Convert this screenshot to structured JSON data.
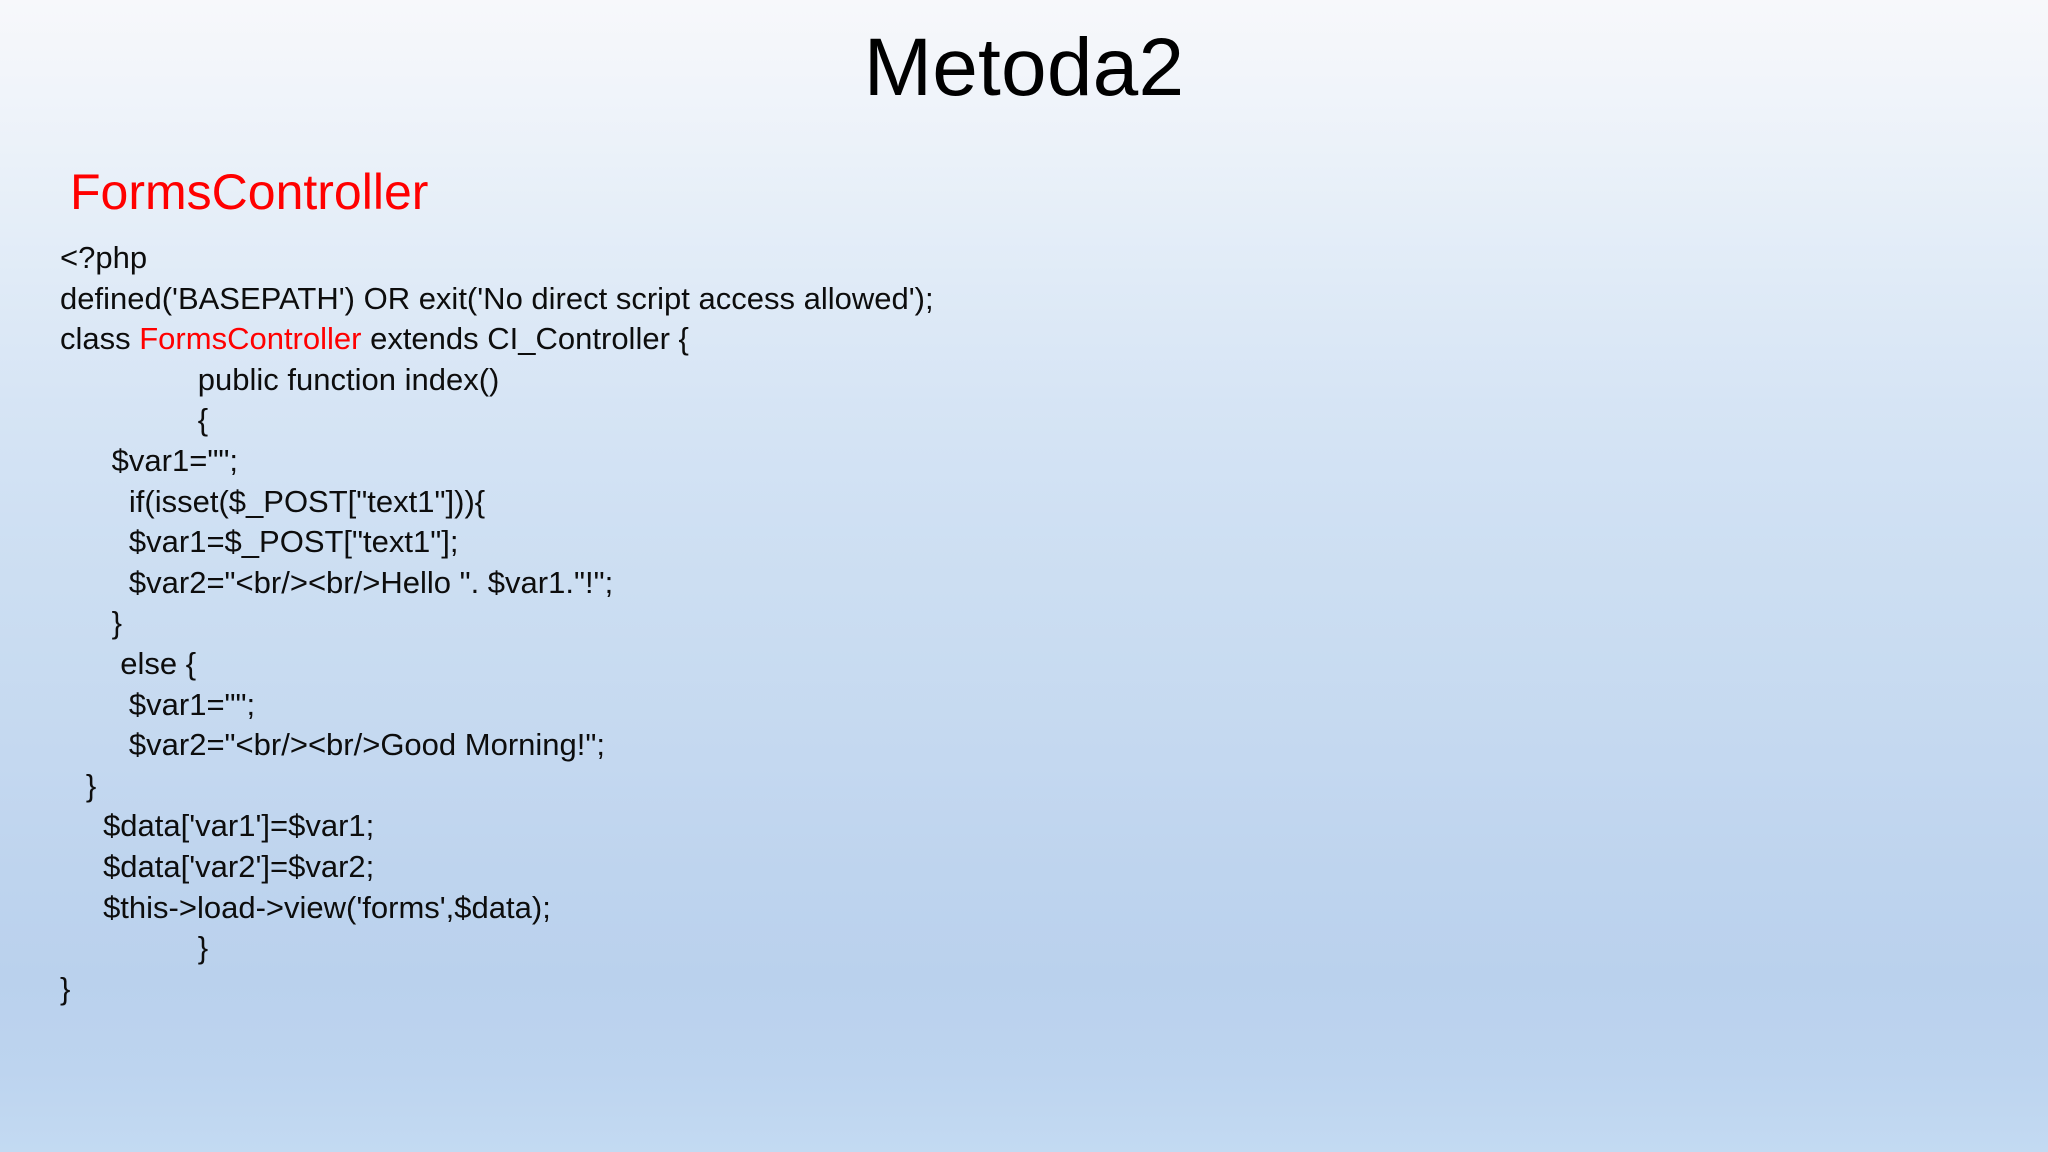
{
  "slide": {
    "title": "Metoda2",
    "code_heading": "FormsController",
    "heading_color": "#FF0000",
    "text_color": "#0D0D0D",
    "background_top_color": "#F7F8FB",
    "background_bottom_color": "#C3DAF2",
    "language": "php"
  },
  "code": {
    "lines": [
      {
        "indent": "",
        "text": "<?php"
      },
      {
        "indent": "",
        "text": "defined('BASEPATH') OR exit('No direct script access allowed');"
      },
      {
        "indent": "",
        "pre": "class ",
        "highlight": "FormsController",
        "post": " extends CI_Controller {"
      },
      {
        "indent": "                ",
        "text": "public function index()"
      },
      {
        "indent": "                ",
        "text": "{"
      },
      {
        "indent": "      ",
        "text": "$var1=\"\";"
      },
      {
        "indent": "        ",
        "text": "if(isset($_POST[\"text1\"])){"
      },
      {
        "indent": "        ",
        "text": "$var1=$_POST[\"text1\"];"
      },
      {
        "indent": "        ",
        "text": "$var2=\"<br/><br/>Hello \". $var1.\"!\";"
      },
      {
        "indent": "      ",
        "text": "}"
      },
      {
        "indent": "       ",
        "text": "else {"
      },
      {
        "indent": "        ",
        "text": "$var1=\"\";"
      },
      {
        "indent": "        ",
        "text": "$var2=\"<br/><br/>Good Morning!\";"
      },
      {
        "indent": "   ",
        "text": "}"
      },
      {
        "indent": "     ",
        "text": "$data['var1']=$var1;"
      },
      {
        "indent": "     ",
        "text": "$data['var2']=$var2;"
      },
      {
        "indent": "     ",
        "text": "$this->load->view('forms',$data);"
      },
      {
        "indent": "                ",
        "text": "}"
      },
      {
        "indent": "",
        "text": "}"
      }
    ]
  }
}
